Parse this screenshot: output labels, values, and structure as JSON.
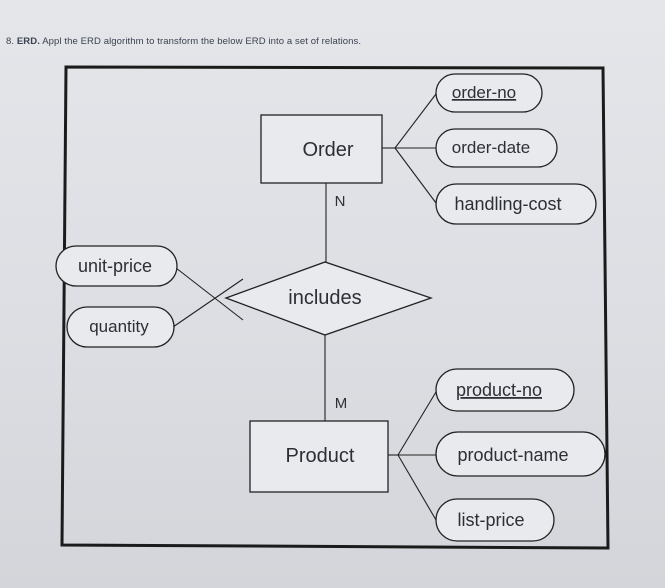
{
  "question": {
    "number": "8.",
    "tag": "ERD.",
    "text": "Appl the ERD algorithm to transform the below ERD into a set of relations."
  },
  "diagram": {
    "entities": {
      "order": "Order",
      "product": "Product"
    },
    "relationship": "includes",
    "cardinality": {
      "order_side": "N",
      "product_side": "M"
    },
    "attributes": {
      "order_no": "order-no",
      "order_date": "order-date",
      "handling_cost": "handling-cost",
      "unit_price": "unit-price",
      "quantity": "quantity",
      "product_no": "product-no",
      "product_name": "product-name",
      "list_price": "list-price"
    }
  }
}
